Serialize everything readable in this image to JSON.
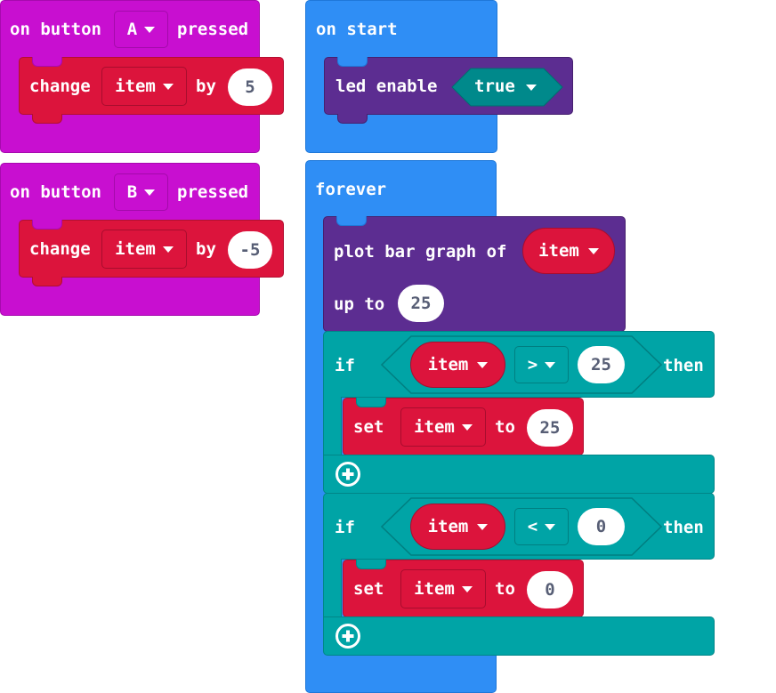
{
  "on_button_a": {
    "label_on": "on button",
    "button": "A",
    "label_pressed": "pressed",
    "change_label": "change",
    "variable": "item",
    "by_label": "by",
    "amount": "5"
  },
  "on_button_b": {
    "label_on": "on button",
    "button": "B",
    "label_pressed": "pressed",
    "change_label": "change",
    "variable": "item",
    "by_label": "by",
    "amount": "-5"
  },
  "on_start": {
    "label": "on start",
    "led_enable_label": "led enable",
    "led_value": "true"
  },
  "forever": {
    "label": "forever",
    "plot_label": "plot bar graph of",
    "plot_variable": "item",
    "up_to_label": "up to",
    "up_to_value": "25",
    "if1": {
      "if_label": "if",
      "variable": "item",
      "operator": ">",
      "compare_value": "25",
      "then_label": "then",
      "set_label": "set",
      "set_variable": "item",
      "to_label": "to",
      "set_value": "25"
    },
    "if2": {
      "if_label": "if",
      "variable": "item",
      "operator": "<",
      "compare_value": "0",
      "then_label": "then",
      "set_label": "set",
      "set_variable": "item",
      "to_label": "to",
      "set_value": "0"
    }
  },
  "colors": {
    "events_magenta": "#c80fd0",
    "basic_blue": "#2f8ef5",
    "variables_red": "#dc143c",
    "led_purple": "#5c2d91",
    "logic_teal": "#00a4a6"
  }
}
